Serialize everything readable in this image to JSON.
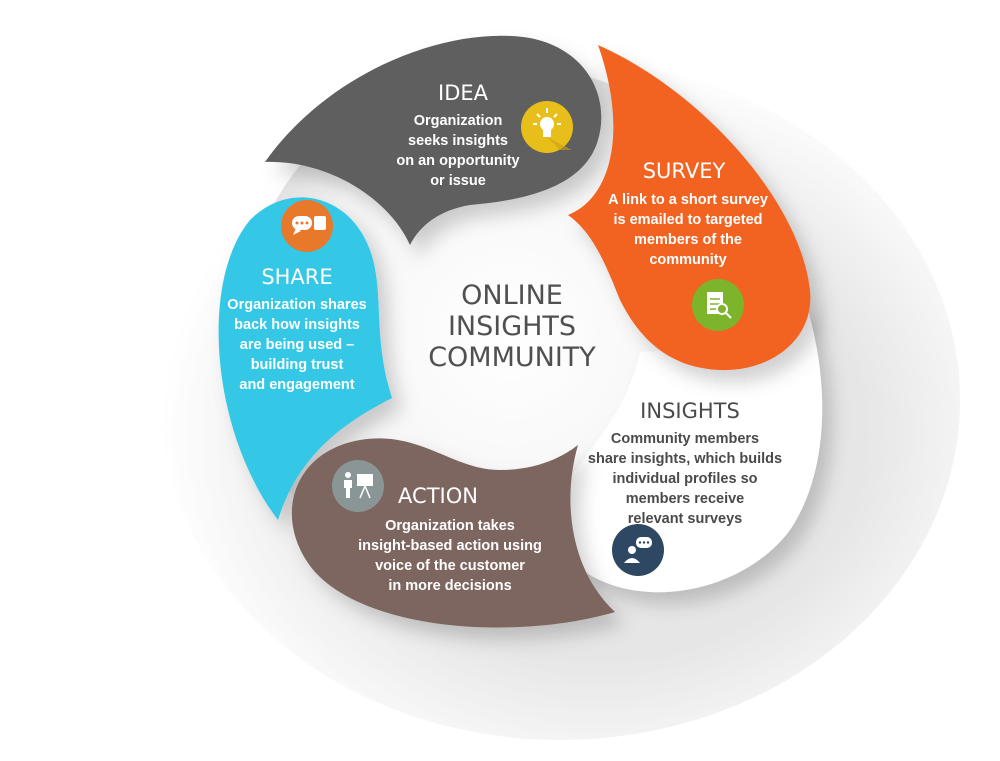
{
  "center": {
    "lines": [
      "ONLINE",
      "INSIGHTS",
      "COMMUNITY"
    ]
  },
  "stages": {
    "idea": {
      "title": "IDEA",
      "lines": [
        "Organization",
        "seeks insights",
        "on an opportunity",
        "or issue"
      ],
      "color": "#5f5f5f",
      "icon": "lightbulb-icon",
      "icon_color": "#e8be1a"
    },
    "survey": {
      "title": "SURVEY",
      "lines": [
        "A link to a short survey",
        "is emailed to targeted",
        "members of the",
        "community"
      ],
      "color": "#f26322",
      "icon": "clipboard-search-icon",
      "icon_color": "#7cb52b"
    },
    "insights": {
      "title": "INSIGHTS",
      "lines": [
        "Community members",
        "share insights, which builds",
        "individual profiles so",
        "members receive",
        "relevant surveys"
      ],
      "color": "#ffffff",
      "icon": "person-speech-icon",
      "icon_color": "#2e4763"
    },
    "action": {
      "title": "ACTION",
      "lines": [
        "Organization takes",
        "insight-based action using",
        "voice of the customer",
        "in more decisions"
      ],
      "color": "#7d6560",
      "icon": "presenter-chart-icon",
      "icon_color": "#8a9696"
    },
    "share": {
      "title": "SHARE",
      "lines": [
        "Organization shares",
        "back how insights",
        "are being used –",
        "building trust",
        "and engagement"
      ],
      "color": "#35c8e6",
      "icon": "chat-bubbles-icon",
      "icon_color": "#e8782a"
    }
  }
}
